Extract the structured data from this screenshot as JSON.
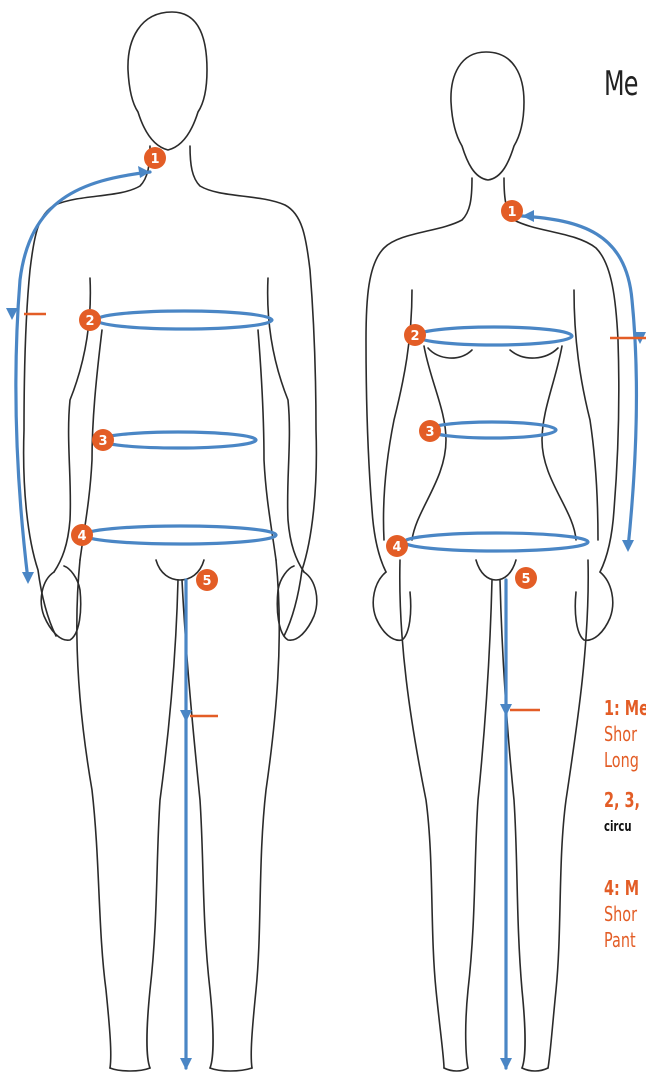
{
  "title": "Me",
  "badges": {
    "male_1": "1",
    "male_2": "2",
    "male_3": "3",
    "male_4": "4",
    "male_5": "5",
    "female_1": "1",
    "female_2": "2",
    "female_3": "3",
    "female_4": "4",
    "female_5": "5"
  },
  "legend": {
    "item1_heading": "1: Me",
    "item1_line1": "Shor",
    "item1_line2": "Long",
    "item2_heading": "2, 3,",
    "item2_line1": "circu",
    "item3_heading": "4: M",
    "item3_line1": "Shor",
    "item3_line2": "Pant"
  },
  "colors": {
    "measure_line": "#4a86c5",
    "marker": "#e35d26",
    "outline": "#2b2b2b",
    "background": "#ffffff"
  }
}
